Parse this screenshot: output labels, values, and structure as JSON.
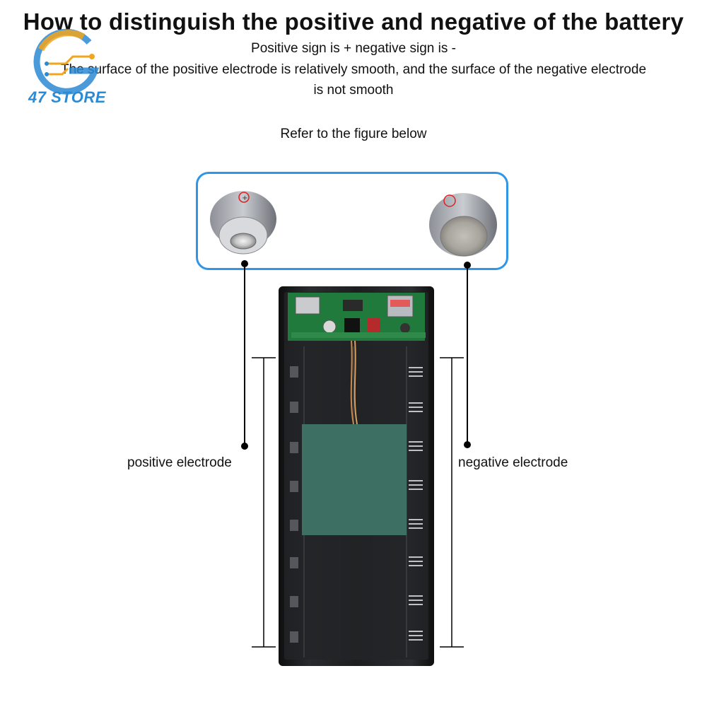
{
  "header": {
    "title": "How to distinguish the positive and negative of the battery",
    "line1": "Positive sign is + negative sign is -",
    "line2": "The surface of the positive electrode is relatively smooth, and the surface of the negative electrode",
    "line3": "is not smooth",
    "line4": "Refer to the figure below"
  },
  "logo": {
    "text": "47 STORE",
    "icon": "circuit-g-logo-icon"
  },
  "labels": {
    "positive": "positive electrode",
    "negative": "negative electrode"
  },
  "colors": {
    "frame": "#2f95e6",
    "marker": "#e02020",
    "case": "#1c1c1c",
    "pcb": "#1f7a3c",
    "logo_blue": "#2b8ad4",
    "logo_orange": "#f3a51b"
  }
}
